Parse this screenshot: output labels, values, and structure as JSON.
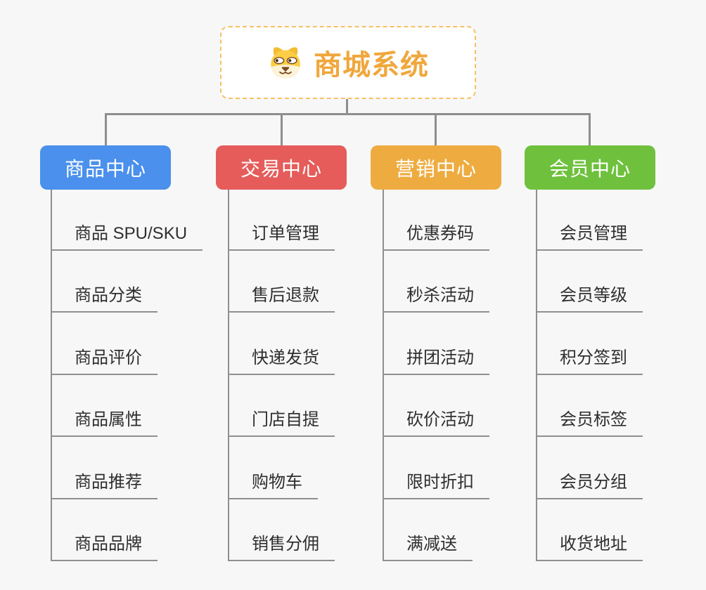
{
  "root": {
    "title": "商城系统",
    "icon": "dog-face-icon"
  },
  "branches": [
    {
      "label": "商品中心",
      "color": "#4A90EC",
      "items": [
        "商品 SPU/SKU",
        "商品分类",
        "商品评价",
        "商品属性",
        "商品推荐",
        "商品品牌"
      ]
    },
    {
      "label": "交易中心",
      "color": "#E55C5A",
      "items": [
        "订单管理",
        "售后退款",
        "快递发货",
        "门店自提",
        "购物车",
        "销售分佣"
      ]
    },
    {
      "label": "营销中心",
      "color": "#EEAC40",
      "items": [
        "优惠券码",
        "秒杀活动",
        "拼团活动",
        "砍价活动",
        "限时折扣",
        "满减送"
      ]
    },
    {
      "label": "会员中心",
      "color": "#6FC13D",
      "items": [
        "会员管理",
        "会员等级",
        "积分签到",
        "会员标签",
        "会员分组",
        "收货地址"
      ]
    }
  ],
  "colors": {
    "background": "#F7F7F7",
    "connector": "#8E8E8E",
    "root_border": "#F6C064",
    "root_title": "#F0A73C",
    "item_text": "#2E2E2E"
  }
}
